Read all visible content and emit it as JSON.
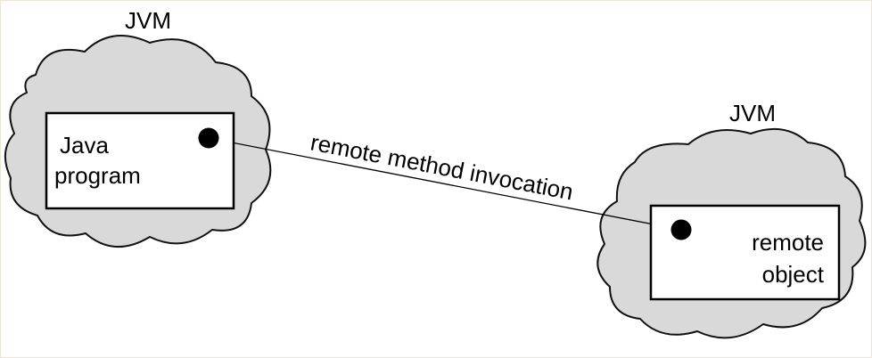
{
  "diagram": {
    "left_jvm": {
      "title": "JVM",
      "box_line1": "Java",
      "box_line2": "program"
    },
    "right_jvm": {
      "title": "JVM",
      "box_line1": "remote",
      "box_line2": "object"
    },
    "connection": {
      "label": "remote method invocation"
    }
  },
  "colors": {
    "cloud_fill": "#d9d9d9",
    "outline": "#000000",
    "background": "#ffffff"
  }
}
